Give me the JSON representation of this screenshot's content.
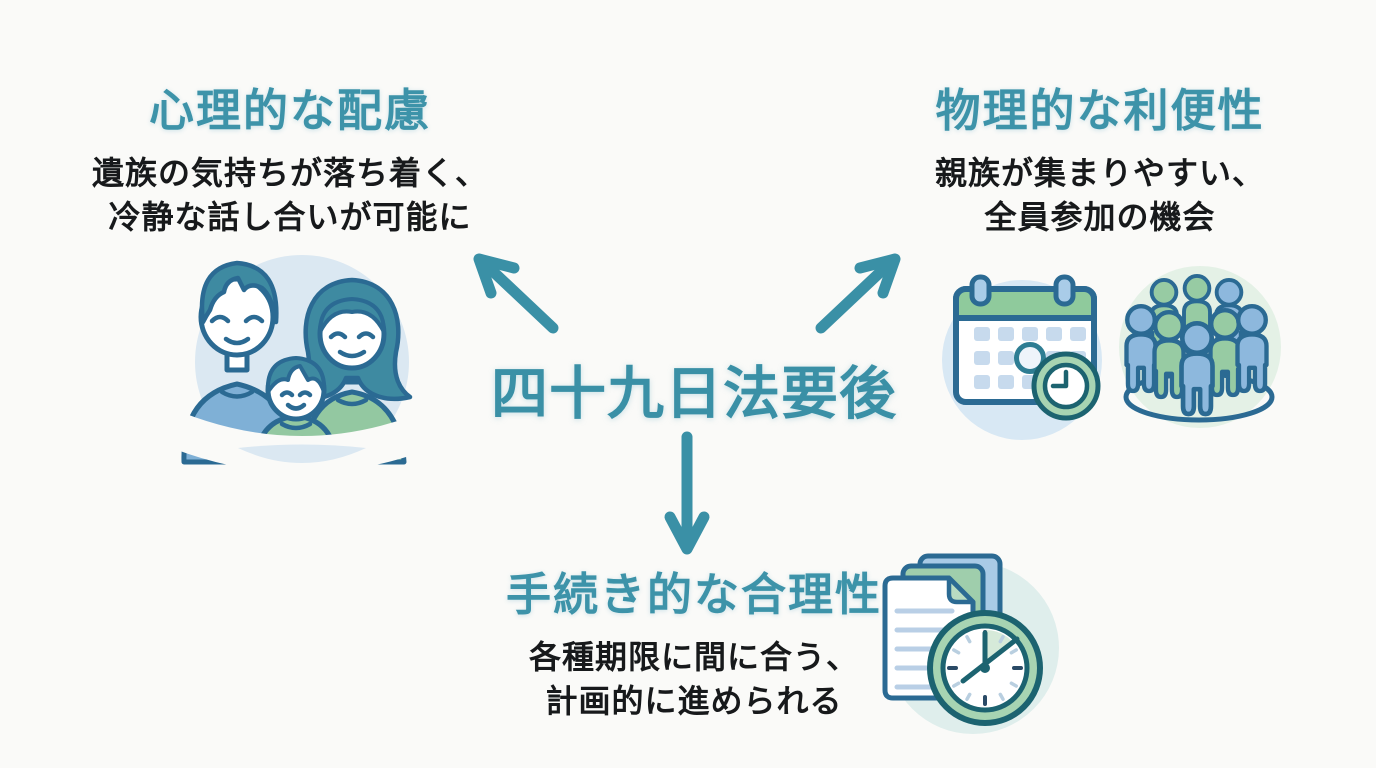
{
  "center": {
    "title": "四十九日法要後"
  },
  "branches": {
    "psychological": {
      "title": "心理的な配慮",
      "line1": "遺族の気持ちが落ち着く、",
      "line2": "冷静な話し合いが可能に"
    },
    "physical": {
      "title": "物理的な利便性",
      "line1": "親族が集まりやすい、",
      "line2": "全員参加の機会"
    },
    "procedural": {
      "title": "手続き的な合理性",
      "line1": "各種期限に間に合う、",
      "line2": "計画的に進められる"
    }
  },
  "icons": {
    "psychological": "family-illustration",
    "physical": [
      "calendar-clock-icon",
      "people-group-icon"
    ],
    "procedural": "documents-clock-icon",
    "connectors": [
      "arrow-up-left-icon",
      "arrow-up-right-icon",
      "arrow-down-icon"
    ]
  },
  "colors": {
    "background": "#fafaf8",
    "accent_teal": "#3d93a9",
    "body_text": "#17191b",
    "outline_blue": "#2b6a93",
    "outline_dark_teal": "#1c6370",
    "hair_teal": "#3e8aa1",
    "shirt_blue": "#7fb0d6",
    "shirt_green": "#93c8a1",
    "person_blue": "#8db8dd",
    "person_green": "#97cba3",
    "circle_light_blue": "#dbe8f2",
    "circle_light_green": "#e4f1e6",
    "circle_light_cyan": "#dfeeec",
    "calendar_header_green": "#8fca9c",
    "clock_ring_green": "#a7d4b2",
    "calendar_cell_blue": "#c7daed",
    "page_blue": "#a9cbe6",
    "page_green": "#9fceac",
    "fold_green": "#b9dcc2"
  }
}
